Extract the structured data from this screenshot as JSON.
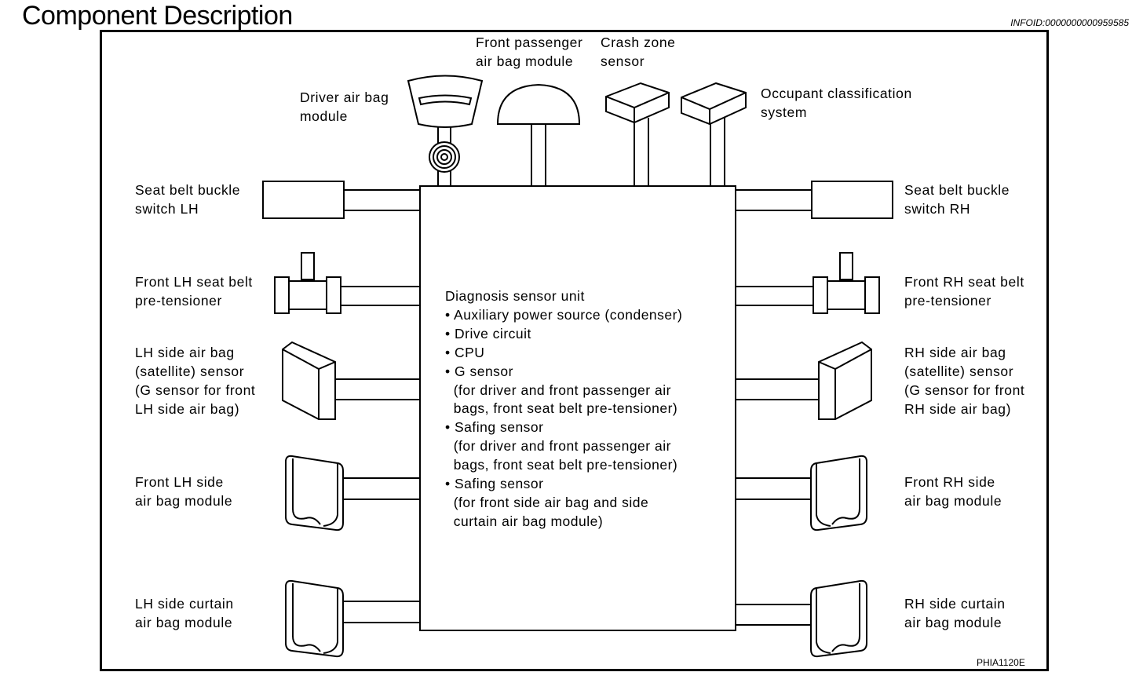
{
  "header": {
    "title": "Component Description",
    "info_id": "INFOID:0000000000959585"
  },
  "diagram_code": "PHIA1120E",
  "unit": {
    "lines": [
      "Diagnosis sensor unit",
      "• Auxiliary power source (condenser)",
      "• Drive circuit",
      "• CPU",
      "• G sensor",
      "  (for driver and front passenger air",
      "  bags, front seat belt pre-tensioner)",
      "• Safing sensor",
      "  (for driver and front passenger air",
      "  bags, front seat belt pre-tensioner)",
      "• Safing sensor",
      "  (for front side air bag and side",
      "  curtain air bag module)"
    ]
  },
  "labels": {
    "driver_airbag": "Driver air bag\nmodule",
    "front_passenger_airbag": "Front passenger\nair bag module",
    "crash_zone": "Crash zone\nsensor",
    "occupant_class": "Occupant classification\nsystem",
    "buckle_lh": "Seat belt buckle\nswitch LH",
    "buckle_rh": "Seat belt buckle\nswitch RH",
    "pretensioner_lh": "Front LH seat belt\npre-tensioner",
    "pretensioner_rh": "Front RH seat belt\npre-tensioner",
    "satellite_lh": "LH side air bag\n(satellite) sensor\n(G sensor for front\nLH side air bag)",
    "satellite_rh": "RH side air bag\n(satellite) sensor\n(G sensor for front\nRH side air bag)",
    "side_airbag_lh": "Front LH side\nair bag module",
    "side_airbag_rh": "Front RH side\nair bag module",
    "curtain_lh": "LH side curtain\nair bag module",
    "curtain_rh": "RH side curtain\nair bag module"
  }
}
